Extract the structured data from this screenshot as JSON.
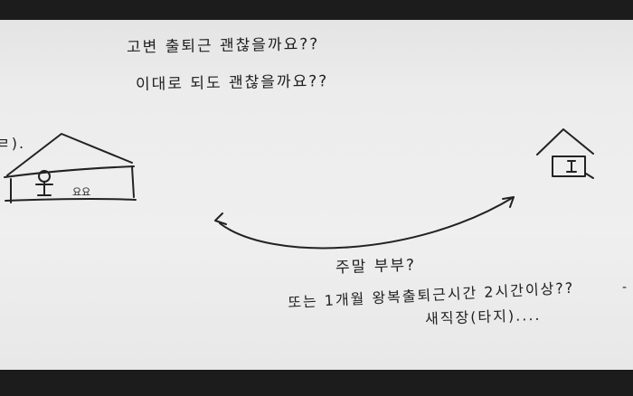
{
  "lines": {
    "l1": "고변 출퇴근 괜찮을까요??",
    "l2": "이대로 되도 괜찮을까요??",
    "l3": "ㄹ).",
    "l4": "주말 부부?",
    "l5": "또는 1개월 왕복출퇴근시간 2시간이상??",
    "l6": "새직장(타지)....",
    "l7": "-"
  },
  "house_left": {
    "label": "요요"
  }
}
